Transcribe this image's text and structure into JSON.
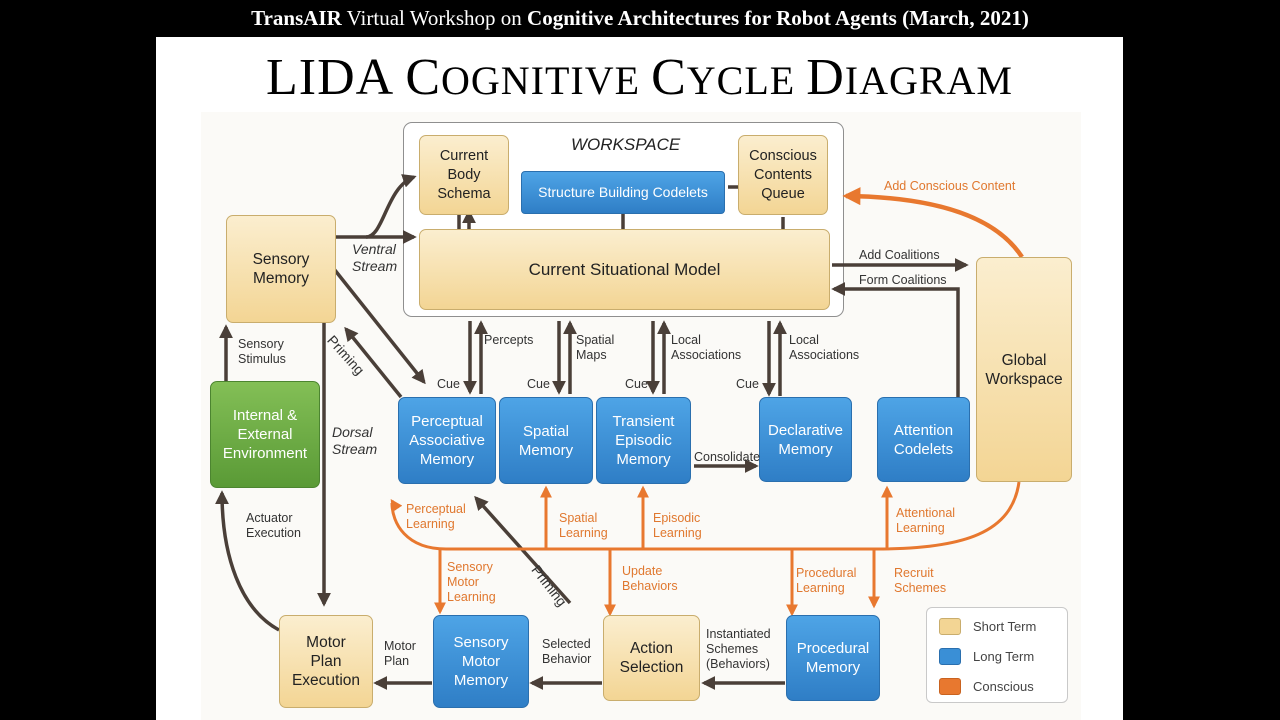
{
  "banner": {
    "part1": "TransAIR",
    "part2": " Virtual Workshop on ",
    "part3": "Cognitive Architectures for Robot Agents (March, 2021)"
  },
  "title": {
    "w1": "LIDA ",
    "w2a": "C",
    "w2b": "OGNITIVE ",
    "w3a": "C",
    "w3b": "YCLE ",
    "w4a": "D",
    "w4b": "IAGRAM"
  },
  "workspace_label": "WORKSPACE",
  "boxes": {
    "sensory_memory": "Sensory\nMemory",
    "current_body_schema": "Current\nBody\nSchema",
    "structure_building_codelets": "Structure Building Codelets",
    "conscious_contents_queue": "Conscious\nContents\nQueue",
    "current_situational_model": "Current Situational Model",
    "global_workspace": "Global\nWorkspace",
    "environment": "Internal &\nExternal\nEnvironment",
    "perceptual_associative_memory": "Perceptual\nAssociative\nMemory",
    "spatial_memory": "Spatial\nMemory",
    "transient_episodic_memory": "Transient\nEpisodic\nMemory",
    "declarative_memory": "Declarative\nMemory",
    "attention_codelets": "Attention\nCodelets",
    "motor_plan_execution": "Motor\nPlan\nExecution",
    "sensory_motor_memory": "Sensory\nMotor\nMemory",
    "action_selection": "Action\nSelection",
    "procedural_memory": "Procedural\nMemory"
  },
  "labels": {
    "ventral_stream": "Ventral\nStream",
    "dorsal_stream": "Dorsal\nStream",
    "sensory_stimulus": "Sensory\nStimulus",
    "priming_top": "Priming",
    "priming_bottom": "Priming",
    "cue_pam": "Cue",
    "cue_spatial": "Cue",
    "cue_tem": "Cue",
    "cue_decl": "Cue",
    "percepts": "Percepts",
    "spatial_maps": "Spatial\nMaps",
    "local_assoc_1": "Local\nAssociations",
    "local_assoc_2": "Local\nAssociations",
    "consolidate": "Consolidate",
    "add_coalitions": "Add Coalitions",
    "form_coalitions": "Form Coalitions",
    "add_conscious_content": "Add Conscious Content",
    "perceptual_learning": "Perceptual\nLearning",
    "spatial_learning": "Spatial\nLearning",
    "episodic_learning": "Episodic\nLearning",
    "attentional_learning": "Attentional\nLearning",
    "sensory_motor_learning": "Sensory\nMotor\nLearning",
    "update_behaviors": "Update\nBehaviors",
    "procedural_learning": "Procedural\nLearning",
    "recruit_schemes": "Recruit\nSchemes",
    "actuator_execution": "Actuator\nExecution",
    "motor_plan": "Motor\nPlan",
    "selected_behavior": "Selected\nBehavior",
    "instantiated_schemes": "Instantiated\nSchemes\n(Behaviors)"
  },
  "legend": {
    "short_term": "Short Term",
    "long_term": "Long Term",
    "conscious": "Conscious"
  },
  "colors": {
    "short_term": "#f3d594",
    "long_term": "#3a8fd6",
    "conscious": "#e8782f",
    "arrow_dark": "#4a3f38"
  }
}
